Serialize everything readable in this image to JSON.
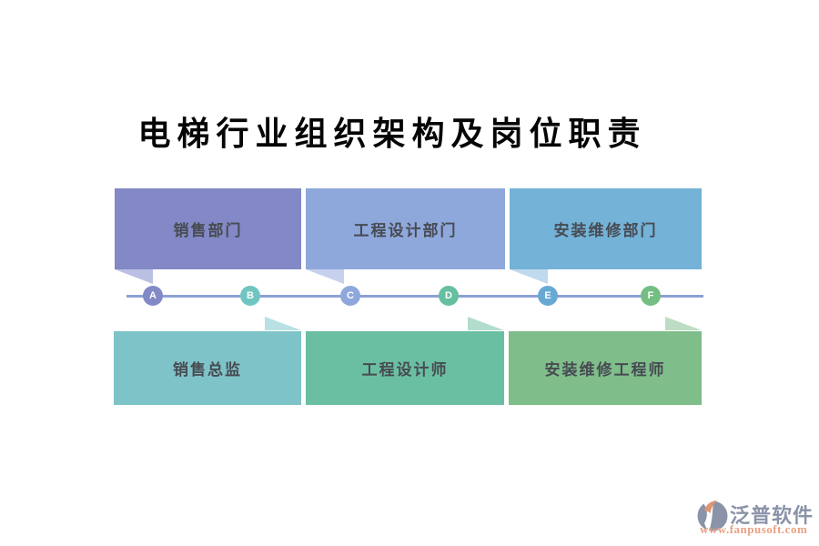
{
  "title": "电梯行业组织架构及岗位职责",
  "diagram": {
    "top_boxes": [
      {
        "label": "销售部门",
        "color": "#8289c6",
        "tail_color": "#bbbfe3"
      },
      {
        "label": "工程设计部门",
        "color": "#8ea8dc",
        "tail_color": "#c6d1ee"
      },
      {
        "label": "安装维修部门",
        "color": "#74b2d8",
        "tail_color": "#c0d9ec"
      }
    ],
    "bottom_boxes": [
      {
        "label": "销售总监",
        "color": "#7ec3c7",
        "tail_color": "#b9e0e2"
      },
      {
        "label": "工程设计师",
        "color": "#6abfa2",
        "tail_color": "#b2ddcc"
      },
      {
        "label": "安装维修工程师",
        "color": "#7fbd8b",
        "tail_color": "#bcddc3"
      }
    ],
    "timeline": {
      "line_color": "#8ca0d4",
      "points": [
        {
          "label": "A",
          "color": "#8289c6"
        },
        {
          "label": "B",
          "color": "#70c5c1"
        },
        {
          "label": "C",
          "color": "#8ea8dc"
        },
        {
          "label": "D",
          "color": "#66bf9f"
        },
        {
          "label": "E",
          "color": "#68a9d4"
        },
        {
          "label": "F",
          "color": "#74bd83"
        }
      ]
    }
  },
  "footer": {
    "brand": "泛普软件",
    "url": "www.fanpusoft.com",
    "brand_color": "#8a93a8",
    "url_color": "#e9a183",
    "logo_colors": {
      "gray": "#8b93a8",
      "orange": "#df9572",
      "white": "#ffffff"
    }
  }
}
